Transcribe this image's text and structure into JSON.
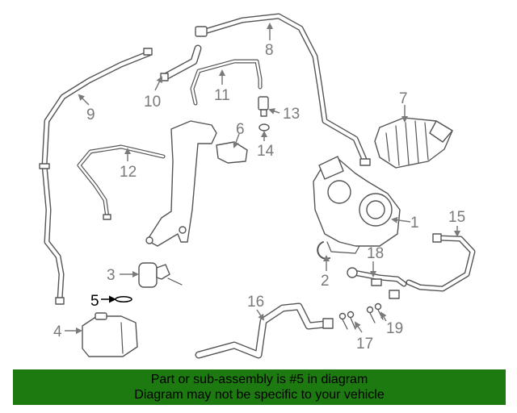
{
  "callouts": {
    "c1": "1",
    "c2": "2",
    "c3": "3",
    "c4": "4",
    "c5": "5",
    "c6": "6",
    "c7": "7",
    "c8": "8",
    "c9": "9",
    "c10": "10",
    "c11": "11",
    "c12": "12",
    "c13": "13",
    "c14": "14",
    "c15": "15",
    "c16": "16",
    "c17": "17",
    "c18": "18",
    "c19": "19"
  },
  "highlighted_part": "5",
  "banner": {
    "line1": "Part or sub-assembly is #5 in diagram",
    "line2": "Diagram may not be specific to your vehicle",
    "color": "#1d7a10"
  }
}
